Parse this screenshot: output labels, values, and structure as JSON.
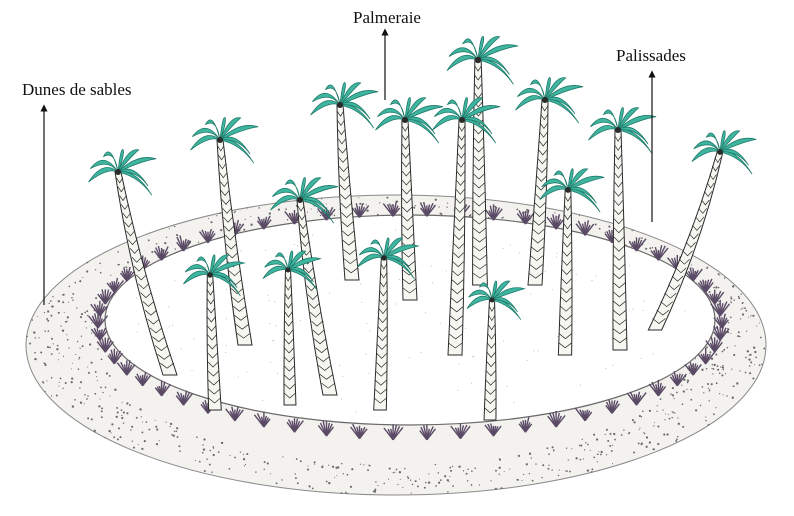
{
  "labels": {
    "dunes": "Dunes de sables",
    "palmeraie": "Palmeraie",
    "palissades": "Palissades"
  },
  "colors": {
    "frond": "#3fb5a0",
    "frond_dark": "#1f7a6a",
    "ink": "#2a2a2a",
    "trunk": "#f7f7f2",
    "shrub": "#5a4a66"
  },
  "icons": {
    "palm": "palm-tree-icon",
    "shrub": "shrub-icon"
  }
}
